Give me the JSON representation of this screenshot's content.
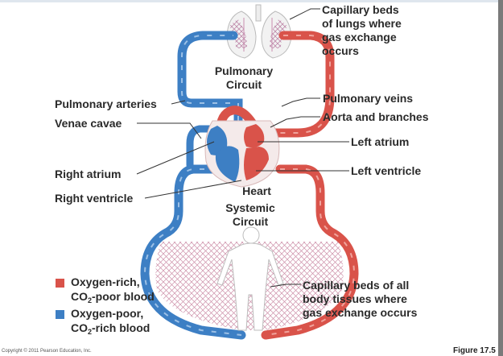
{
  "labels": {
    "capillary_lungs": [
      "Capillary beds",
      "of lungs where",
      "gas exchange",
      "occurs"
    ],
    "pulmonary_circuit": [
      "Pulmonary",
      "Circuit"
    ],
    "pulmonary_arteries": "Pulmonary arteries",
    "venae_cavae": "Venae cavae",
    "pulmonary_veins": "Pulmonary veins",
    "aorta_branches": "Aorta and branches",
    "left_atrium": "Left atrium",
    "left_ventricle": "Left ventricle",
    "right_atrium": "Right atrium",
    "right_ventricle": "Right ventricle",
    "heart": "Heart",
    "systemic_circuit": [
      "Systemic",
      "Circuit"
    ],
    "capillary_body": [
      "Capillary beds of all",
      "body tissues where",
      "gas exchange occurs"
    ]
  },
  "legend": {
    "oxygen_rich": {
      "line1": "Oxygen-rich,",
      "line2_pre": "CO",
      "line2_sub": "2",
      "line2_post": "-poor blood",
      "color": "#d9534a"
    },
    "oxygen_poor": {
      "line1": "Oxygen-poor,",
      "line2_pre": "CO",
      "line2_sub": "2",
      "line2_post": "-rich blood",
      "color": "#3d7fc4"
    }
  },
  "footer": {
    "copyright": "Copyright © 2011 Pearson Education, Inc.",
    "figure": "Figure 17.5"
  },
  "colors": {
    "red": "#d9534a",
    "blue": "#3d7fc4",
    "purple_capillary": "#b77aa0"
  }
}
